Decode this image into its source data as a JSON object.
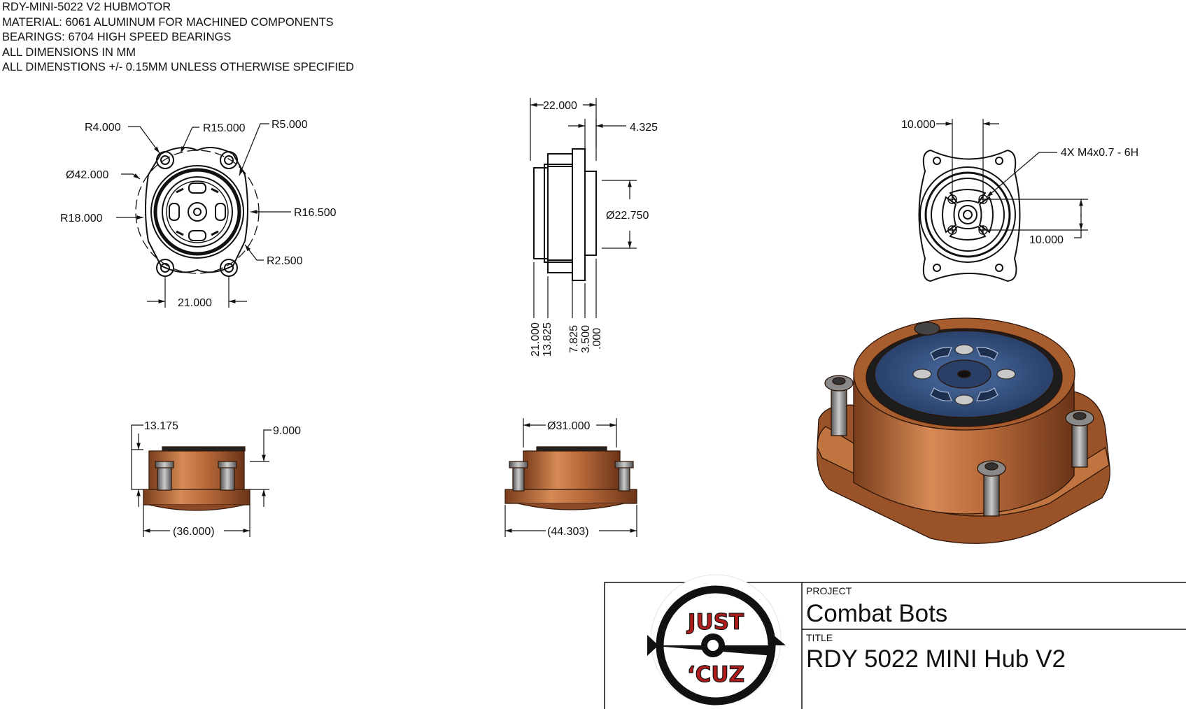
{
  "notes": [
    "RDY-MINI-5022 V2 HUBMOTOR",
    "MATERIAL: 6061 ALUMINUM FOR MACHINED COMPONENTS",
    "BEARINGS: 6704 HIGH SPEED BEARINGS",
    "ALL DIMENSIONS IN MM",
    "ALL DIMENSTIONS +/- 0.15MM UNLESS OTHERWISE SPECIFIED"
  ],
  "front_view": {
    "r4": "R4.000",
    "r15": "R15.000",
    "r5": "R5.000",
    "d42": "Ø42.000",
    "r18": "R18.000",
    "r16_5": "R16.500",
    "r2_5": "R2.500",
    "w21": "21.000"
  },
  "side_view": {
    "w22": "22.000",
    "w4_325": "4.325",
    "d22_75": "Ø22.750",
    "ord": [
      "21.000",
      "13.825",
      "7.825",
      "3.500",
      ".000"
    ]
  },
  "rear_view": {
    "w10": "10.000",
    "thread": "4X M4x0.7 - 6H",
    "h10": "10.000"
  },
  "render_left": {
    "h13": "13.175",
    "h9": "9.000",
    "w36": "(36.000)"
  },
  "render_mid": {
    "d31": "Ø31.000",
    "w44": "(44.303)"
  },
  "colors": {
    "copper": "#b8693a",
    "blue": "#3a5a8c",
    "steel": "#9a9a9a"
  },
  "title_block": {
    "logo_top": "JUST",
    "logo_bottom": "‘CUZ",
    "project_label": "PROJECT",
    "project": "Combat Bots",
    "title_label": "TITLE",
    "title": "RDY 5022 MINI Hub V2"
  }
}
